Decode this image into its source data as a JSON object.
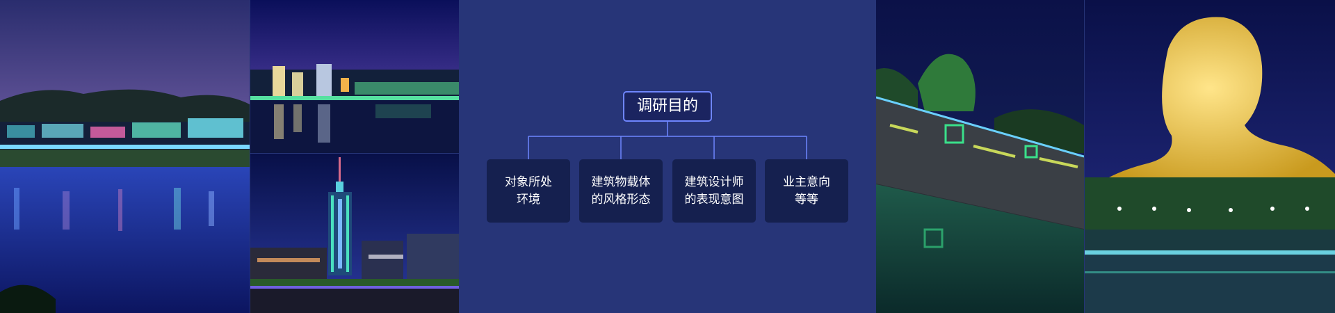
{
  "diagram": {
    "title": "调研目的",
    "items": [
      {
        "line1": "对象所处",
        "line2": "环境"
      },
      {
        "line1": "建筑物载体",
        "line2": "的风格形态"
      },
      {
        "line1": "建筑设计师",
        "line2": "的表现意图"
      },
      {
        "line1": "业主意向",
        "line2": "等等"
      }
    ]
  },
  "colors": {
    "panel_bg": "#273578",
    "node_border": "#6f86ff",
    "leaf_bg": "#15204f",
    "connector": "#6f86ff"
  }
}
